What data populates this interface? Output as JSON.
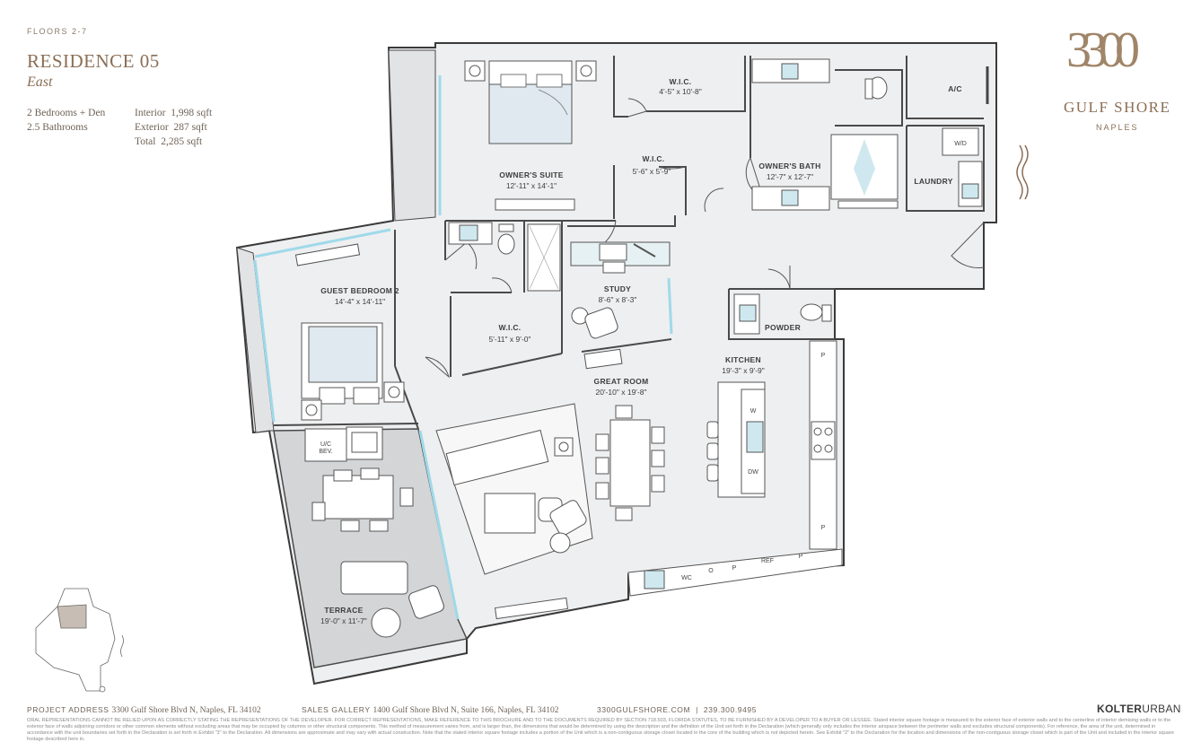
{
  "header": {
    "floors": "FLOORS 2-7",
    "residence": "RESIDENCE 05",
    "orientation": "East"
  },
  "specs": {
    "bedrooms": "2 Bedrooms + Den",
    "bathrooms": "2.5 Bathrooms",
    "interior_label": "Interior",
    "interior_value": "1,998 sqft",
    "exterior_label": "Exterior",
    "exterior_value": "287 sqft",
    "total_label": "Total",
    "total_value": "2,285 sqft"
  },
  "logo": {
    "number": "3300",
    "line1": "GULF SHORE",
    "line2": "NAPLES"
  },
  "rooms": {
    "owners_suite": {
      "name": "OWNER'S SUITE",
      "dims": "12'-11\" x 14'-1\""
    },
    "wic_owner": {
      "name": "W.I.C.",
      "dims": "4'-5\" x 10'-8\""
    },
    "wic_small": {
      "name": "W.I.C.",
      "dims": "5'-6\" x 5'-9\""
    },
    "owners_bath": {
      "name": "OWNER'S BATH",
      "dims": "12'-7\" x 12'-7\""
    },
    "ac": {
      "name": "A/C"
    },
    "laundry": {
      "name": "LAUNDRY",
      "appliance": "W/D"
    },
    "guest_bedroom": {
      "name": "GUEST BEDROOM 2",
      "dims": "14'-4\" x 14'-11\""
    },
    "wic_guest": {
      "name": "W.I.C.",
      "dims": "5'-11\" x 9'-0\""
    },
    "study": {
      "name": "STUDY",
      "dims": "8'-6\" x 8'-3\""
    },
    "powder": {
      "name": "POWDER"
    },
    "kitchen": {
      "name": "KITCHEN",
      "dims": "19'-3\" x 9'-9\""
    },
    "great_room": {
      "name": "GREAT ROOM",
      "dims": "20'-10\" x 19'-8\""
    },
    "terrace": {
      "name": "TERRACE",
      "dims": "19'-0\" x 11'-7\""
    }
  },
  "fixtures": {
    "uc_bev_1": "U/C",
    "uc_bev_2": "BEV.",
    "island_w": "W",
    "island_dw": "DW",
    "pantry_p": "P",
    "wc": "WC",
    "oven": "O",
    "ref": "REF"
  },
  "footer": {
    "project_label": "PROJECT ADDRESS",
    "project_address": "3300 Gulf Shore Blvd N, Naples, FL 34102",
    "sales_label": "SALES GALLERY",
    "sales_address": "1400 Gulf Shore Blvd N, Suite 166, Naples, FL 34102",
    "website": "3300GULFSHORE.COM",
    "separator": "|",
    "phone": "239.300.9495",
    "brand_bold": "KOLTER",
    "brand_light": "URBAN",
    "disclaimer": "ORAL REPRESENTATIONS CANNOT BE RELIED UPON AS CORRECTLY STATING THE REPRESENTATIONS OF THE DEVELOPER. FOR CORRECT REPRESENTATIONS, MAKE REFERENCE TO THIS BROCHURE AND TO THE DOCUMENTS REQUIRED BY SECTION 718.503, FLORIDA STATUTES, TO BE FURNISHED BY A DEVELOPER TO A BUYER OR LESSEE. Stated interior square footage is measured to the exterior face of exterior walls and to the centerline of interior demising walls or to the exterior face of walls adjoining corridors or other common elements without excluding areas that may be occupied by columns or other structural components. This method of measurement varies from, and is larger than, the dimensions that would be determined by using the description and the definition of the Unit set forth in the Declaration (which generally only includes the interior airspace between the perimeter walls and excludes structural components). For reference, the area of the unit, determined in accordance with the unit boundaries set forth in the Declaration is set forth in Exhibit \"3\" to the Declaration. All dimensions are approximate and may vary with actual construction. Note that the stated interior square footage includes a portion of the Unit which is a non-contiguous storage closet located in the core of the building which is not depicted herein. See Exhibit \"2\" to the Declaration for the location and dimensions of the non-contiguous storage closet which is part of the Unit and included in the interior square footage described here in."
  },
  "colors": {
    "brand": "#8b6e55",
    "floor": "#eeeff0",
    "terrace": "#d6d7d9",
    "glass": "#aee3f0",
    "fixture": "#cfe8ef"
  }
}
